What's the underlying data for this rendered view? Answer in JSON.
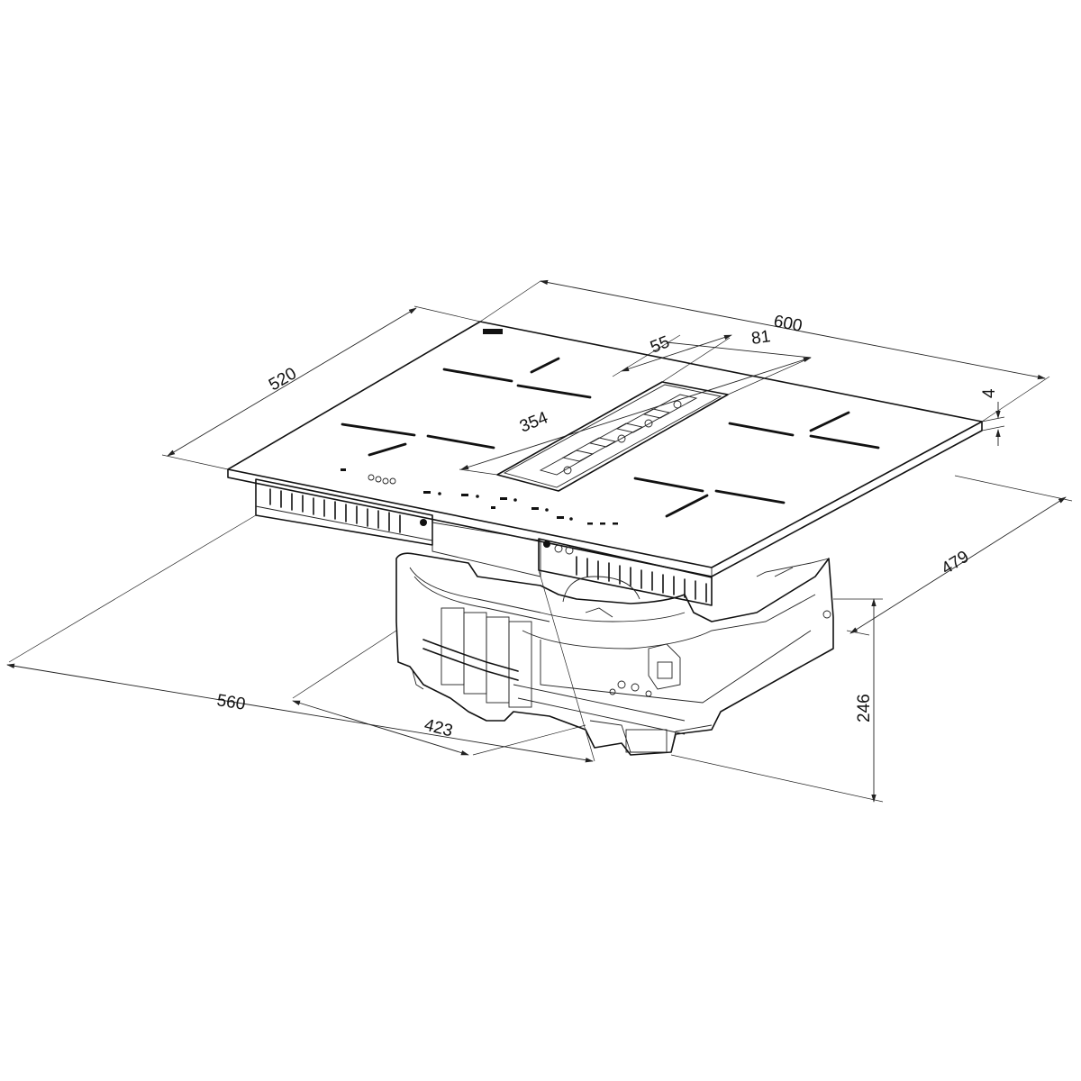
{
  "dimensions": {
    "width_total": "600",
    "depth_total": "520",
    "glass_thickness": "4",
    "cutout_width": "560",
    "cutout_depth": "479",
    "body_depth": "423",
    "vent_length": "354",
    "vent_width": "81",
    "vent_offset": "55",
    "total_height": "246"
  },
  "colors": {
    "line": "#111111",
    "background": "#ffffff"
  }
}
